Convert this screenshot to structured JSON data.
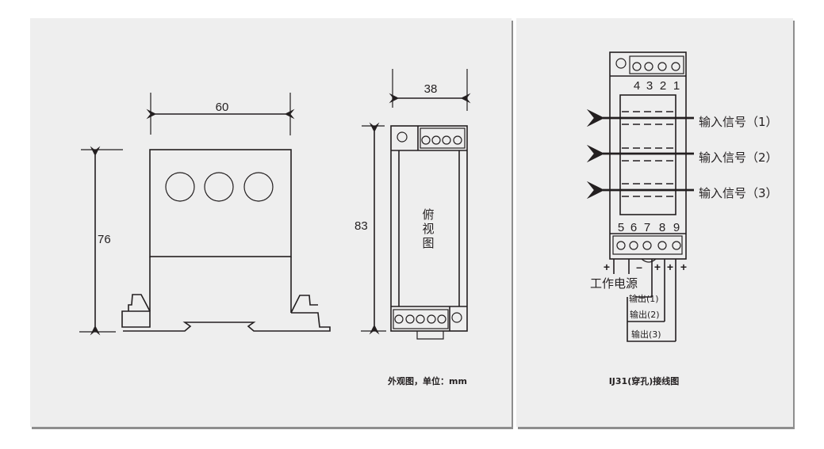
{
  "colors": {
    "panel": "#eeeeee",
    "shadow": "#8e8e8e",
    "ink": "#231f20",
    "page": "#ffffff"
  },
  "dimensions_panel": {
    "front_width": "60",
    "front_height": "76",
    "side_width": "38",
    "side_height": "83",
    "top_view_label": [
      "俯",
      "视",
      "图"
    ],
    "caption": "外观图，单位：mm"
  },
  "wiring_panel": {
    "top_terminals": [
      "4",
      "3",
      "2",
      "1"
    ],
    "bottom_terminals": [
      "5",
      "6",
      "7",
      "8",
      "9"
    ],
    "inputs": [
      "输入信号（1）",
      "输入信号（2）",
      "输入信号（3）"
    ],
    "polarity": [
      "+",
      "–",
      "+",
      "+",
      "+"
    ],
    "power_label": "工作电源",
    "outputs": [
      "输出(1)",
      "输出(2)",
      "输出(3)"
    ],
    "caption": "IJ31(穿孔)接线图"
  }
}
